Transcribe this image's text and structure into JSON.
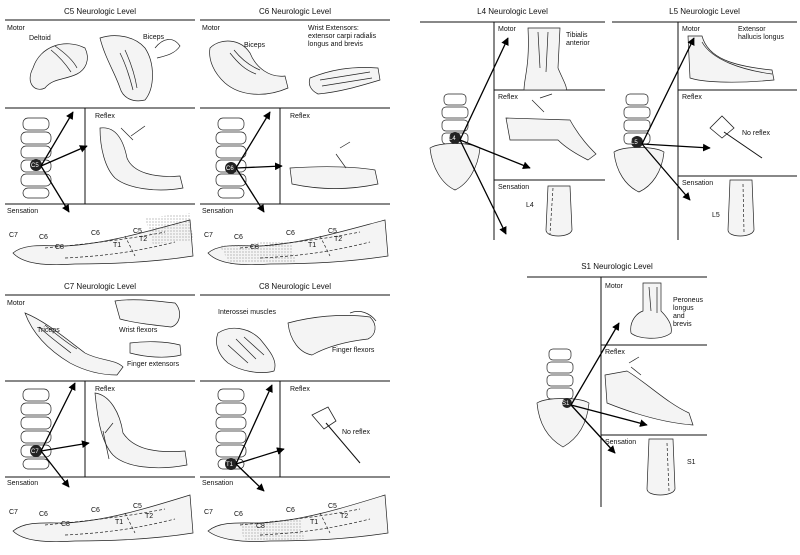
{
  "panels": {
    "c5": {
      "title": "C5 Neurologic Level",
      "motor": "Motor",
      "deltoid": "Deltoid",
      "biceps": "Biceps",
      "reflex": "Reflex",
      "sensation": "Sensation",
      "vert": "C5",
      "derm": [
        "C7",
        "C6",
        "C6",
        "C8",
        "T1",
        "C5",
        "T2"
      ]
    },
    "c6": {
      "title": "C6 Neurologic Level",
      "motor": "Motor",
      "biceps": "Biceps",
      "wrist_ext": "Wrist Extensors: extensor carpi radialis longus and brevis",
      "reflex": "Reflex",
      "sensation": "Sensation",
      "vert": "C6",
      "derm": [
        "C7",
        "C6",
        "C6",
        "C8",
        "T1",
        "C5",
        "T2"
      ]
    },
    "c7": {
      "title": "C7 Neurologic Level",
      "motor": "Motor",
      "triceps": "Triceps",
      "wrist_flex": "Wrist flexors",
      "finger_ext": "Finger extensors",
      "reflex": "Reflex",
      "sensation": "Sensation",
      "vert": "C7",
      "derm": [
        "C7",
        "C6",
        "C6",
        "C8",
        "T1",
        "C5",
        "T2"
      ]
    },
    "c8": {
      "title": "C8 Neurologic Level",
      "interossei": "Interossei muscles",
      "finger_flex": "Finger flexors",
      "reflex": "Reflex",
      "no_reflex": "No reflex",
      "sensation": "Sensation",
      "vert": "T1",
      "derm": [
        "C7",
        "C6",
        "C6",
        "C8",
        "T1",
        "C5",
        "T2"
      ]
    },
    "l4": {
      "title": "L4 Neurologic Level",
      "motor": "Motor",
      "tib_ant": "Tibialis anterior",
      "reflex": "Reflex",
      "sensation": "Sensation",
      "derm": "L4",
      "vert": "L4"
    },
    "l5": {
      "title": "L5 Neurologic Level",
      "motor": "Motor",
      "ehl": "Extensor hallucis longus",
      "reflex": "Reflex",
      "no_reflex": "No reflex",
      "sensation": "Sensation",
      "derm": "L5",
      "vert": "L5"
    },
    "s1": {
      "title": "S1 Neurologic Level",
      "motor": "Motor",
      "peroneus": "Peroneus longus and brevis",
      "reflex": "Reflex",
      "sensation": "Sensation",
      "derm": "S1",
      "vert": "S1"
    }
  }
}
